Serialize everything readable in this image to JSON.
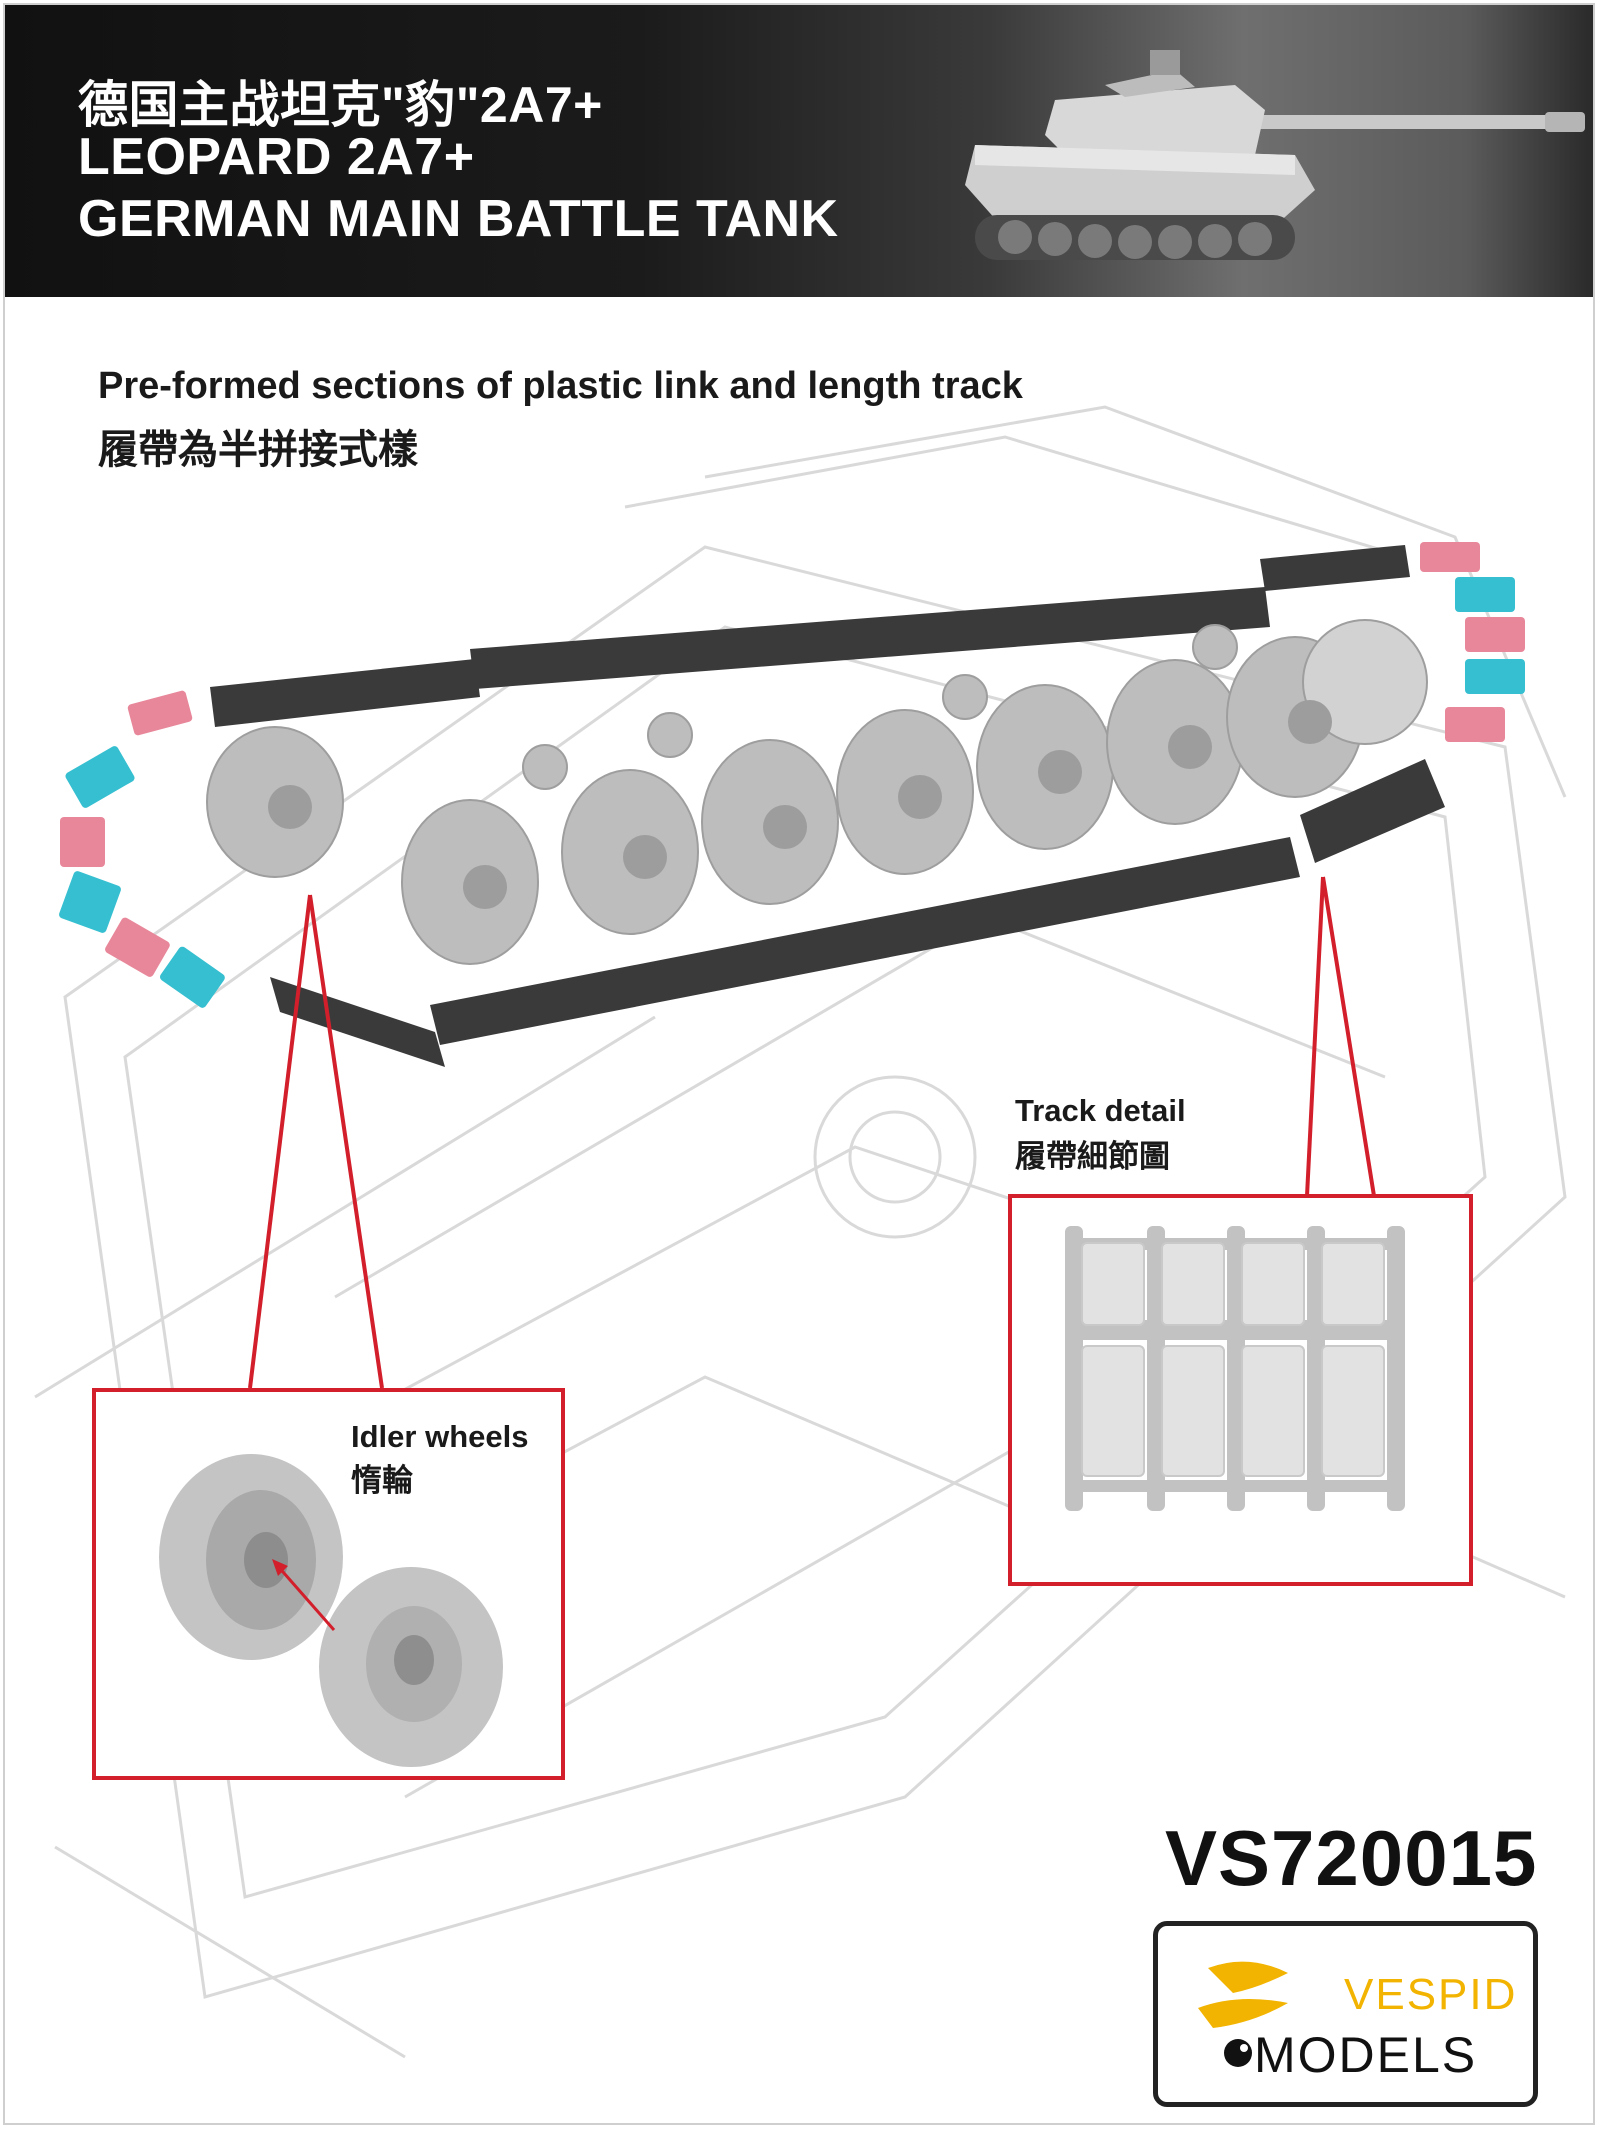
{
  "header": {
    "title_cn": "德国主战坦克\"豹\"2A7+",
    "title_en1": "LEOPARD 2A7+",
    "title_en2": "GERMAN MAIN BATTLE TANK"
  },
  "section": {
    "heading_en": "Pre-formed sections of plastic link and length track",
    "heading_cn": "履帶為半拼接式樣"
  },
  "callouts": {
    "idler": {
      "label_en": "Idler wheels",
      "label_cn": "惰輪"
    },
    "track": {
      "label_en": "Track detail",
      "label_cn": "履帶細節圖"
    }
  },
  "product": {
    "code": "VS720015"
  },
  "logo": {
    "line1": "VESPID",
    "line2": "MODELS"
  },
  "colors": {
    "callout_red": "#d21f2b",
    "link_pink": "#e8879a",
    "link_cyan": "#35bfd0",
    "track_dark": "#3a3a3a",
    "wheel_grey": "#bdbdbd",
    "logo_yellow": "#f2b400"
  }
}
